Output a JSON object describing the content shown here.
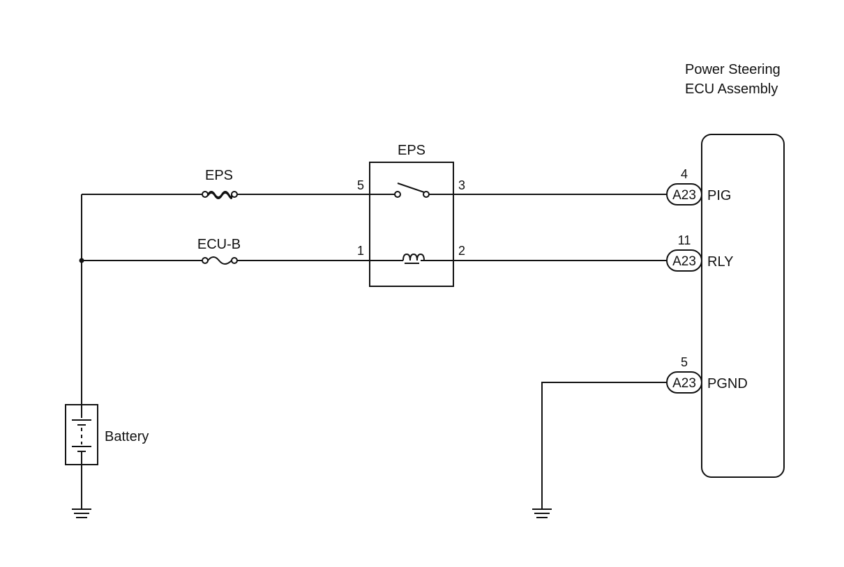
{
  "ecu": {
    "title_line1": "Power Steering",
    "title_line2": "ECU Assembly",
    "terminals": [
      {
        "connector": "A23",
        "pin": "4",
        "signal": "PIG"
      },
      {
        "connector": "A23",
        "pin": "11",
        "signal": "RLY"
      },
      {
        "connector": "A23",
        "pin": "5",
        "signal": "PGND"
      }
    ]
  },
  "relay": {
    "label": "EPS",
    "pins": {
      "in_top": "5",
      "out_top": "3",
      "in_bottom": "1",
      "out_bottom": "2"
    }
  },
  "fuses": [
    {
      "label": "EPS"
    },
    {
      "label": "ECU-B"
    }
  ],
  "battery": {
    "label": "Battery"
  }
}
